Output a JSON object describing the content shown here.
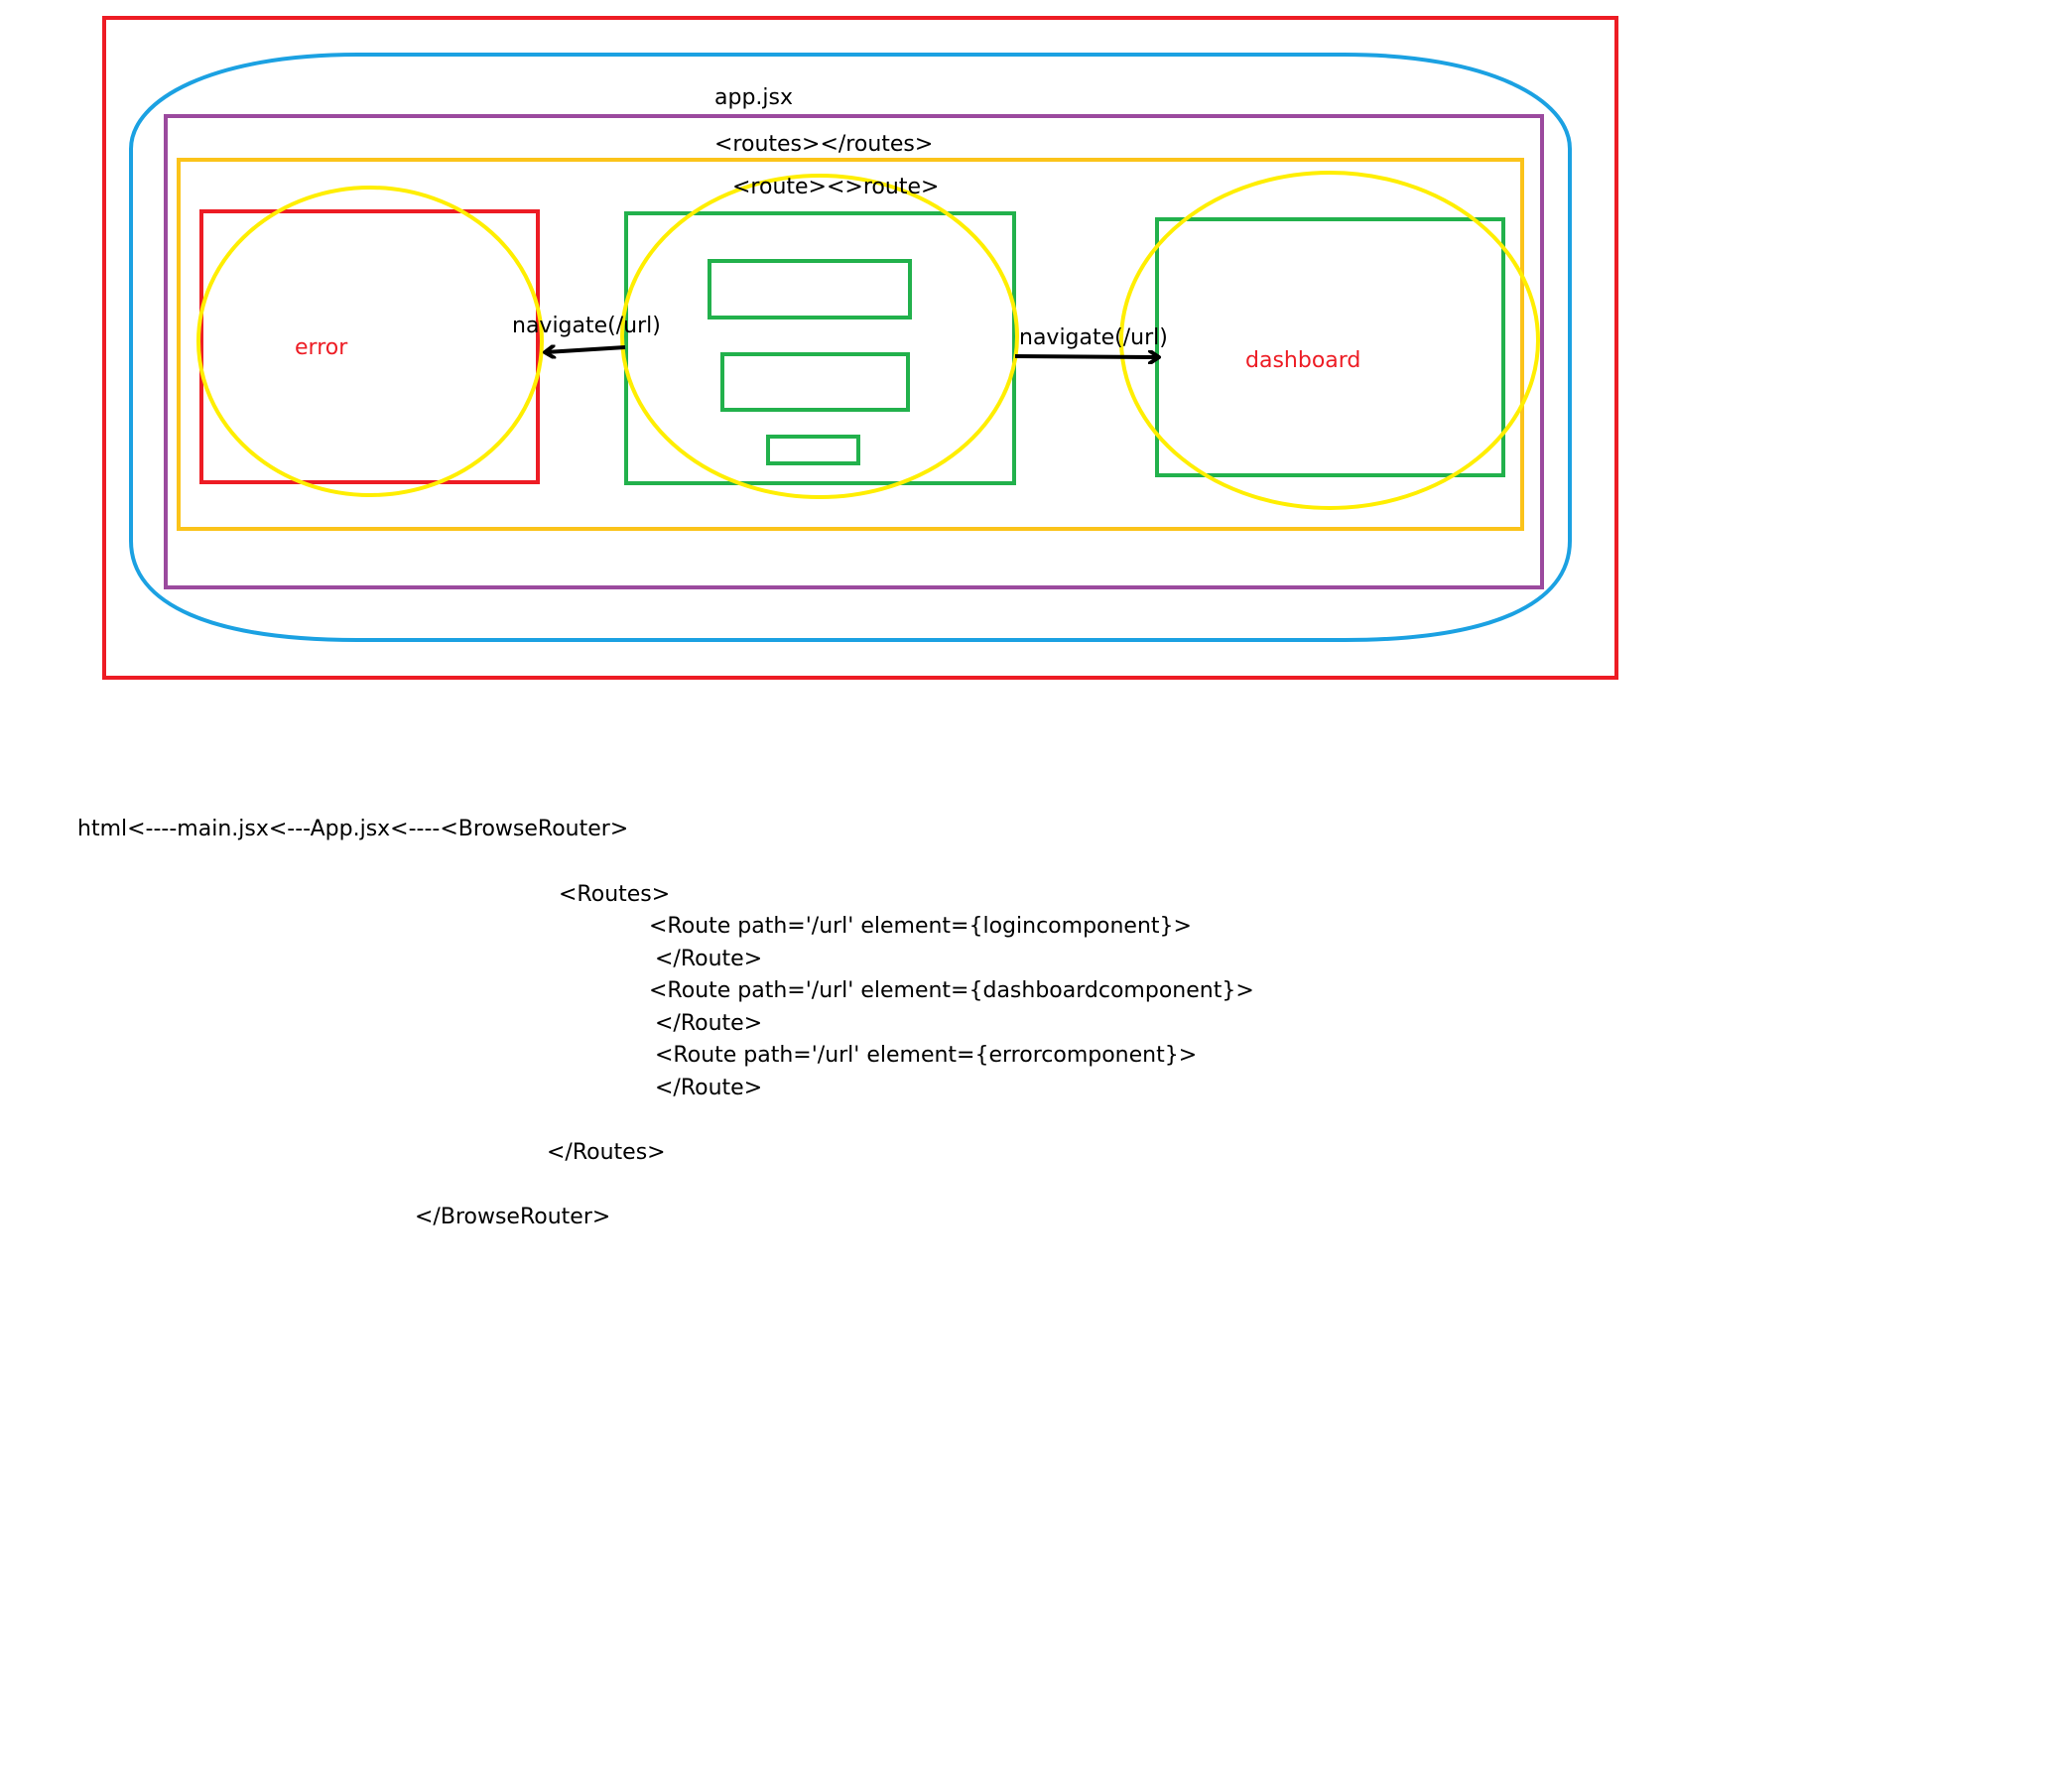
{
  "colors": {
    "outer_frame": "#ed1c24",
    "app_ellipse": "#1ba1e2",
    "routes_box": "#9b4a9e",
    "route_box": "#fbc31a",
    "component_box": "#22b14c",
    "highlight_ellipse": "#ffee00",
    "error_box": "#ed1c24",
    "component_text": "#ed1c24",
    "text": "#000000"
  },
  "diagram": {
    "app_label": "app.jsx",
    "routes_label": "<routes></routes>",
    "route_label": "<route><>route>",
    "error_label": "error",
    "dashboard_label": "dashboard",
    "navigate_left_label": "navigate(/url)",
    "navigate_right_label": "navigate(/url)"
  },
  "code": {
    "lines": [
      "html<----main.jsx<---App.jsx<----<BrowseRouter>",
      "<Routes>",
      "<Route path='/url' element={logincomponent}>",
      "</Route>",
      "<Route path='/url' element={dashboardcomponent}>",
      "</Route>",
      "<Route path='/url' element={errorcomponent}>",
      "</Route>",
      "</Routes>",
      "</BrowseRouter>"
    ]
  }
}
